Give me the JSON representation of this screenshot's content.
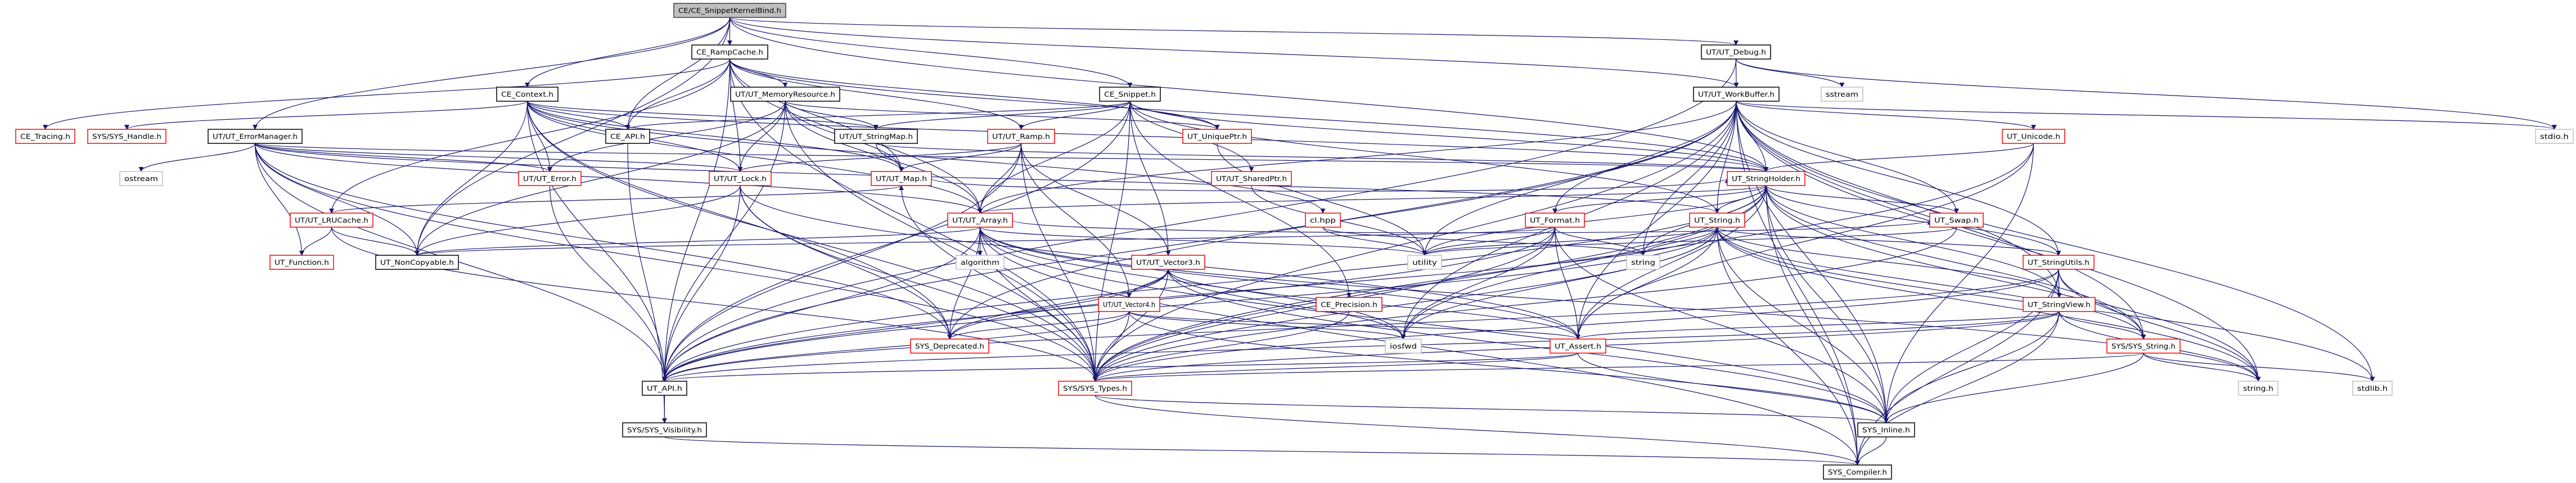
{
  "colors": {
    "edge": "#191970",
    "root_fill": "#bfbfbf",
    "root_border": "#404040",
    "documented_border": "#000000",
    "truncated_border": "#ff0000",
    "external_border": "#bfbfbf"
  },
  "nodes": [
    {
      "id": "skb",
      "label": "CE/CE_SnippetKernelBind.h",
      "kind": "root"
    },
    {
      "id": "rampcache",
      "label": "CE_RampCache.h",
      "kind": "black"
    },
    {
      "id": "debug",
      "label": "UT/UT_Debug.h",
      "kind": "black"
    },
    {
      "id": "context",
      "label": "CE_Context.h",
      "kind": "black"
    },
    {
      "id": "memres",
      "label": "UT/UT_MemoryResource.h",
      "kind": "black"
    },
    {
      "id": "snippet",
      "label": "CE_Snippet.h",
      "kind": "black"
    },
    {
      "id": "workbuf",
      "label": "UT/UT_WorkBuffer.h",
      "kind": "black"
    },
    {
      "id": "sstream",
      "label": "sstream",
      "kind": "gray"
    },
    {
      "id": "tracing",
      "label": "CE_Tracing.h",
      "kind": "red"
    },
    {
      "id": "handle",
      "label": "SYS/SYS_Handle.h",
      "kind": "red"
    },
    {
      "id": "errmgr",
      "label": "UT/UT_ErrorManager.h",
      "kind": "black"
    },
    {
      "id": "ceapi",
      "label": "CE_API.h",
      "kind": "black"
    },
    {
      "id": "strmap",
      "label": "UT/UT_StringMap.h",
      "kind": "black"
    },
    {
      "id": "ramp",
      "label": "UT/UT_Ramp.h",
      "kind": "red"
    },
    {
      "id": "uniqueptr",
      "label": "UT_UniquePtr.h",
      "kind": "red"
    },
    {
      "id": "unicode",
      "label": "UT_Unicode.h",
      "kind": "red"
    },
    {
      "id": "stdio",
      "label": "stdio.h",
      "kind": "gray"
    },
    {
      "id": "ostream",
      "label": "ostream",
      "kind": "gray"
    },
    {
      "id": "error",
      "label": "UT/UT_Error.h",
      "kind": "red"
    },
    {
      "id": "lock",
      "label": "UT/UT_Lock.h",
      "kind": "red"
    },
    {
      "id": "map",
      "label": "UT/UT_Map.h",
      "kind": "red"
    },
    {
      "id": "sharedptr",
      "label": "UT/UT_SharedPtr.h",
      "kind": "red"
    },
    {
      "id": "strholder",
      "label": "UT_StringHolder.h",
      "kind": "red"
    },
    {
      "id": "lru",
      "label": "UT/UT_LRUCache.h",
      "kind": "red"
    },
    {
      "id": "array",
      "label": "UT/UT_Array.h",
      "kind": "red"
    },
    {
      "id": "clhpp",
      "label": "cl.hpp",
      "kind": "red"
    },
    {
      "id": "format",
      "label": "UT_Format.h",
      "kind": "red"
    },
    {
      "id": "utstring",
      "label": "UT_String.h",
      "kind": "red"
    },
    {
      "id": "swap",
      "label": "UT_Swap.h",
      "kind": "red"
    },
    {
      "id": "function",
      "label": "UT_Function.h",
      "kind": "red"
    },
    {
      "id": "noncopy",
      "label": "UT_NonCopyable.h",
      "kind": "black"
    },
    {
      "id": "algorithm",
      "label": "algorithm",
      "kind": "gray"
    },
    {
      "id": "utility",
      "label": "utility",
      "kind": "gray"
    },
    {
      "id": "stdstring",
      "label": "string",
      "kind": "gray"
    },
    {
      "id": "strutils",
      "label": "UT_StringUtils.h",
      "kind": "red"
    },
    {
      "id": "vector3",
      "label": "UT/UT_Vector3.h",
      "kind": "red"
    },
    {
      "id": "vector4",
      "label": "UT/UT_Vector4.h",
      "kind": "red"
    },
    {
      "id": "precision",
      "label": "CE_Precision.h",
      "kind": "red"
    },
    {
      "id": "strview",
      "label": "UT_StringView.h",
      "kind": "red"
    },
    {
      "id": "deprecated",
      "label": "SYS_Deprecated.h",
      "kind": "red"
    },
    {
      "id": "iosfwd",
      "label": "iosfwd",
      "kind": "gray"
    },
    {
      "id": "assert",
      "label": "UT_Assert.h",
      "kind": "red"
    },
    {
      "id": "sysstring",
      "label": "SYS/SYS_String.h",
      "kind": "red"
    },
    {
      "id": "utapi",
      "label": "UT_API.h",
      "kind": "black"
    },
    {
      "id": "systypes",
      "label": "SYS/SYS_Types.h",
      "kind": "red"
    },
    {
      "id": "stringh",
      "label": "string.h",
      "kind": "gray"
    },
    {
      "id": "stdlib",
      "label": "stdlib.h",
      "kind": "gray"
    },
    {
      "id": "visibility",
      "label": "SYS/SYS_Visibility.h",
      "kind": "black"
    },
    {
      "id": "inline",
      "label": "SYS_Inline.h",
      "kind": "black"
    },
    {
      "id": "compiler",
      "label": "SYS_Compiler.h",
      "kind": "black"
    }
  ],
  "edges": [
    [
      "skb",
      "rampcache"
    ],
    [
      "skb",
      "context"
    ],
    [
      "skb",
      "ceapi"
    ],
    [
      "skb",
      "snippet"
    ],
    [
      "skb",
      "debug"
    ],
    [
      "skb",
      "workbuf"
    ],
    [
      "skb",
      "errmgr"
    ],
    [
      "skb",
      "noncopy"
    ],
    [
      "skb",
      "strholder"
    ],
    [
      "rampcache",
      "ceapi"
    ],
    [
      "rampcache",
      "memres"
    ],
    [
      "rampcache",
      "lock"
    ],
    [
      "rampcache",
      "ramp"
    ],
    [
      "rampcache",
      "map"
    ],
    [
      "rampcache",
      "array"
    ],
    [
      "rampcache",
      "strholder"
    ],
    [
      "rampcache",
      "lru"
    ],
    [
      "rampcache",
      "uniqueptr"
    ],
    [
      "rampcache",
      "utapi"
    ],
    [
      "rampcache",
      "systypes"
    ],
    [
      "rampcache",
      "tracing"
    ],
    [
      "context",
      "ceapi"
    ],
    [
      "context",
      "error"
    ],
    [
      "context",
      "map"
    ],
    [
      "context",
      "strmap"
    ],
    [
      "context",
      "lock"
    ],
    [
      "context",
      "array"
    ],
    [
      "context",
      "noncopy"
    ],
    [
      "context",
      "handle"
    ],
    [
      "context",
      "clhpp"
    ],
    [
      "context",
      "utapi"
    ],
    [
      "context",
      "systypes"
    ],
    [
      "context",
      "strholder"
    ],
    [
      "context",
      "deprecated"
    ],
    [
      "memres",
      "strmap"
    ],
    [
      "memres",
      "map"
    ],
    [
      "memres",
      "lock"
    ],
    [
      "memres",
      "error"
    ],
    [
      "memres",
      "utapi"
    ],
    [
      "memres",
      "array"
    ],
    [
      "memres",
      "systypes"
    ],
    [
      "memres",
      "uniqueptr"
    ],
    [
      "memres",
      "noncopy"
    ],
    [
      "snippet",
      "ceapi"
    ],
    [
      "snippet",
      "ramp"
    ],
    [
      "snippet",
      "strmap"
    ],
    [
      "snippet",
      "array"
    ],
    [
      "snippet",
      "strholder"
    ],
    [
      "snippet",
      "utstring"
    ],
    [
      "snippet",
      "sharedptr"
    ],
    [
      "snippet",
      "uniqueptr"
    ],
    [
      "snippet",
      "vector3"
    ],
    [
      "snippet",
      "precision"
    ],
    [
      "snippet",
      "utapi"
    ],
    [
      "snippet",
      "systypes"
    ],
    [
      "debug",
      "workbuf"
    ],
    [
      "debug",
      "sstream"
    ],
    [
      "debug",
      "utapi"
    ],
    [
      "debug",
      "stdio"
    ],
    [
      "workbuf",
      "strholder"
    ],
    [
      "workbuf",
      "utstring"
    ],
    [
      "workbuf",
      "format"
    ],
    [
      "workbuf",
      "unicode"
    ],
    [
      "workbuf",
      "swap"
    ],
    [
      "workbuf",
      "array"
    ],
    [
      "workbuf",
      "assert"
    ],
    [
      "workbuf",
      "utapi"
    ],
    [
      "workbuf",
      "systypes"
    ],
    [
      "workbuf",
      "inline"
    ],
    [
      "workbuf",
      "utility"
    ],
    [
      "workbuf",
      "stdstring"
    ],
    [
      "workbuf",
      "iosfwd"
    ],
    [
      "workbuf",
      "stdio"
    ],
    [
      "workbuf",
      "stringh"
    ],
    [
      "workbuf",
      "stdlib"
    ],
    [
      "workbuf",
      "sysstring"
    ],
    [
      "workbuf",
      "strview"
    ],
    [
      "workbuf",
      "strutils"
    ],
    [
      "workbuf",
      "compiler"
    ],
    [
      "workbuf",
      "deprecated"
    ],
    [
      "errmgr",
      "ostream"
    ],
    [
      "errmgr",
      "function"
    ],
    [
      "errmgr",
      "noncopy"
    ],
    [
      "errmgr",
      "error"
    ],
    [
      "errmgr",
      "array"
    ],
    [
      "errmgr",
      "utapi"
    ],
    [
      "errmgr",
      "systypes"
    ],
    [
      "errmgr",
      "deprecated"
    ],
    [
      "errmgr",
      "utstring"
    ],
    [
      "errmgr",
      "lock"
    ],
    [
      "errmgr",
      "strholder"
    ],
    [
      "ceapi",
      "visibility"
    ],
    [
      "strmap",
      "map"
    ],
    [
      "strmap",
      "strholder"
    ],
    [
      "ramp",
      "map"
    ],
    [
      "ramp",
      "lock"
    ],
    [
      "ramp",
      "array"
    ],
    [
      "ramp",
      "utapi"
    ],
    [
      "ramp",
      "systypes"
    ],
    [
      "ramp",
      "vector3"
    ],
    [
      "ramp",
      "vector4"
    ],
    [
      "uniqueptr",
      "utility"
    ],
    [
      "unicode",
      "strholder"
    ],
    [
      "unicode",
      "assert"
    ],
    [
      "unicode",
      "inline"
    ],
    [
      "unicode",
      "systypes"
    ],
    [
      "error",
      "utapi"
    ],
    [
      "lock",
      "utapi"
    ],
    [
      "lock",
      "noncopy"
    ],
    [
      "lock",
      "systypes"
    ],
    [
      "lock",
      "deprecated"
    ],
    [
      "lock",
      "assert"
    ],
    [
      "map",
      "strholder"
    ],
    [
      "map",
      "systypes"
    ],
    [
      "sharedptr",
      "utility"
    ],
    [
      "strholder",
      "utstring"
    ],
    [
      "strholder",
      "format"
    ],
    [
      "strholder",
      "swap"
    ],
    [
      "strholder",
      "strutils"
    ],
    [
      "strholder",
      "strview"
    ],
    [
      "strholder",
      "assert"
    ],
    [
      "strholder",
      "utapi"
    ],
    [
      "strholder",
      "systypes"
    ],
    [
      "strholder",
      "inline"
    ],
    [
      "strholder",
      "compiler"
    ],
    [
      "strholder",
      "sysstring"
    ],
    [
      "strholder",
      "stdstring"
    ],
    [
      "strholder",
      "stringh"
    ],
    [
      "strholder",
      "iosfwd"
    ],
    [
      "strholder",
      "utility"
    ],
    [
      "strholder",
      "array"
    ],
    [
      "lru",
      "function"
    ],
    [
      "lru",
      "noncopy"
    ],
    [
      "lru",
      "map"
    ],
    [
      "lru",
      "systypes"
    ],
    [
      "array",
      "noncopy"
    ],
    [
      "array",
      "algorithm"
    ],
    [
      "array",
      "utility"
    ],
    [
      "array",
      "utapi"
    ],
    [
      "array",
      "systypes"
    ],
    [
      "array",
      "deprecated"
    ],
    [
      "array",
      "assert"
    ],
    [
      "array",
      "iosfwd"
    ],
    [
      "array",
      "swap"
    ],
    [
      "array",
      "stringh"
    ],
    [
      "array",
      "inline"
    ],
    [
      "array",
      "compiler"
    ],
    [
      "clhpp",
      "utility"
    ],
    [
      "clhpp",
      "stdstring"
    ],
    [
      "format",
      "utapi"
    ],
    [
      "format",
      "systypes"
    ],
    [
      "format",
      "assert"
    ],
    [
      "format",
      "noncopy"
    ],
    [
      "format",
      "iosfwd"
    ],
    [
      "format",
      "stdstring"
    ],
    [
      "format",
      "utility"
    ],
    [
      "format",
      "inline"
    ],
    [
      "utstring",
      "assert"
    ],
    [
      "utstring",
      "utapi"
    ],
    [
      "utstring",
      "systypes"
    ],
    [
      "utstring",
      "inline"
    ],
    [
      "utstring",
      "sysstring"
    ],
    [
      "utstring",
      "compiler"
    ],
    [
      "utstring",
      "stdstring"
    ],
    [
      "utstring",
      "stringh"
    ],
    [
      "utstring",
      "stdlib"
    ],
    [
      "utstring",
      "iosfwd"
    ],
    [
      "utstring",
      "strutils"
    ],
    [
      "utstring",
      "strview"
    ],
    [
      "utstring",
      "deprecated"
    ],
    [
      "utstring",
      "utility"
    ],
    [
      "swap",
      "utility"
    ],
    [
      "swap",
      "systypes"
    ],
    [
      "strutils",
      "strview"
    ],
    [
      "strutils",
      "sysstring"
    ],
    [
      "strutils",
      "inline"
    ],
    [
      "strutils",
      "utapi"
    ],
    [
      "strutils",
      "systypes"
    ],
    [
      "strutils",
      "stringh"
    ],
    [
      "strutils",
      "compiler"
    ],
    [
      "vector3",
      "vector4"
    ],
    [
      "vector3",
      "assert"
    ],
    [
      "vector3",
      "utapi"
    ],
    [
      "vector3",
      "systypes"
    ],
    [
      "vector3",
      "deprecated"
    ],
    [
      "vector3",
      "iosfwd"
    ],
    [
      "vector3",
      "inline"
    ],
    [
      "vector4",
      "vector3"
    ],
    [
      "vector4",
      "assert"
    ],
    [
      "vector4",
      "iosfwd"
    ],
    [
      "vector4",
      "deprecated"
    ],
    [
      "vector4",
      "utapi"
    ],
    [
      "vector4",
      "systypes"
    ],
    [
      "vector4",
      "inline"
    ],
    [
      "precision",
      "systypes"
    ],
    [
      "assert",
      "utapi"
    ],
    [
      "assert",
      "systypes"
    ],
    [
      "assert",
      "inline"
    ],
    [
      "strview",
      "assert"
    ],
    [
      "strview",
      "utapi"
    ],
    [
      "strview",
      "sysstring"
    ],
    [
      "strview",
      "inline"
    ],
    [
      "strview",
      "compiler"
    ],
    [
      "strview",
      "stringh"
    ],
    [
      "strview",
      "systypes"
    ],
    [
      "sysstring",
      "inline"
    ],
    [
      "sysstring",
      "systypes"
    ],
    [
      "sysstring",
      "stringh"
    ],
    [
      "sysstring",
      "stdlib"
    ],
    [
      "utapi",
      "visibility"
    ],
    [
      "systypes",
      "inline"
    ],
    [
      "systypes",
      "compiler"
    ],
    [
      "visibility",
      "compiler"
    ],
    [
      "inline",
      "compiler"
    ]
  ]
}
